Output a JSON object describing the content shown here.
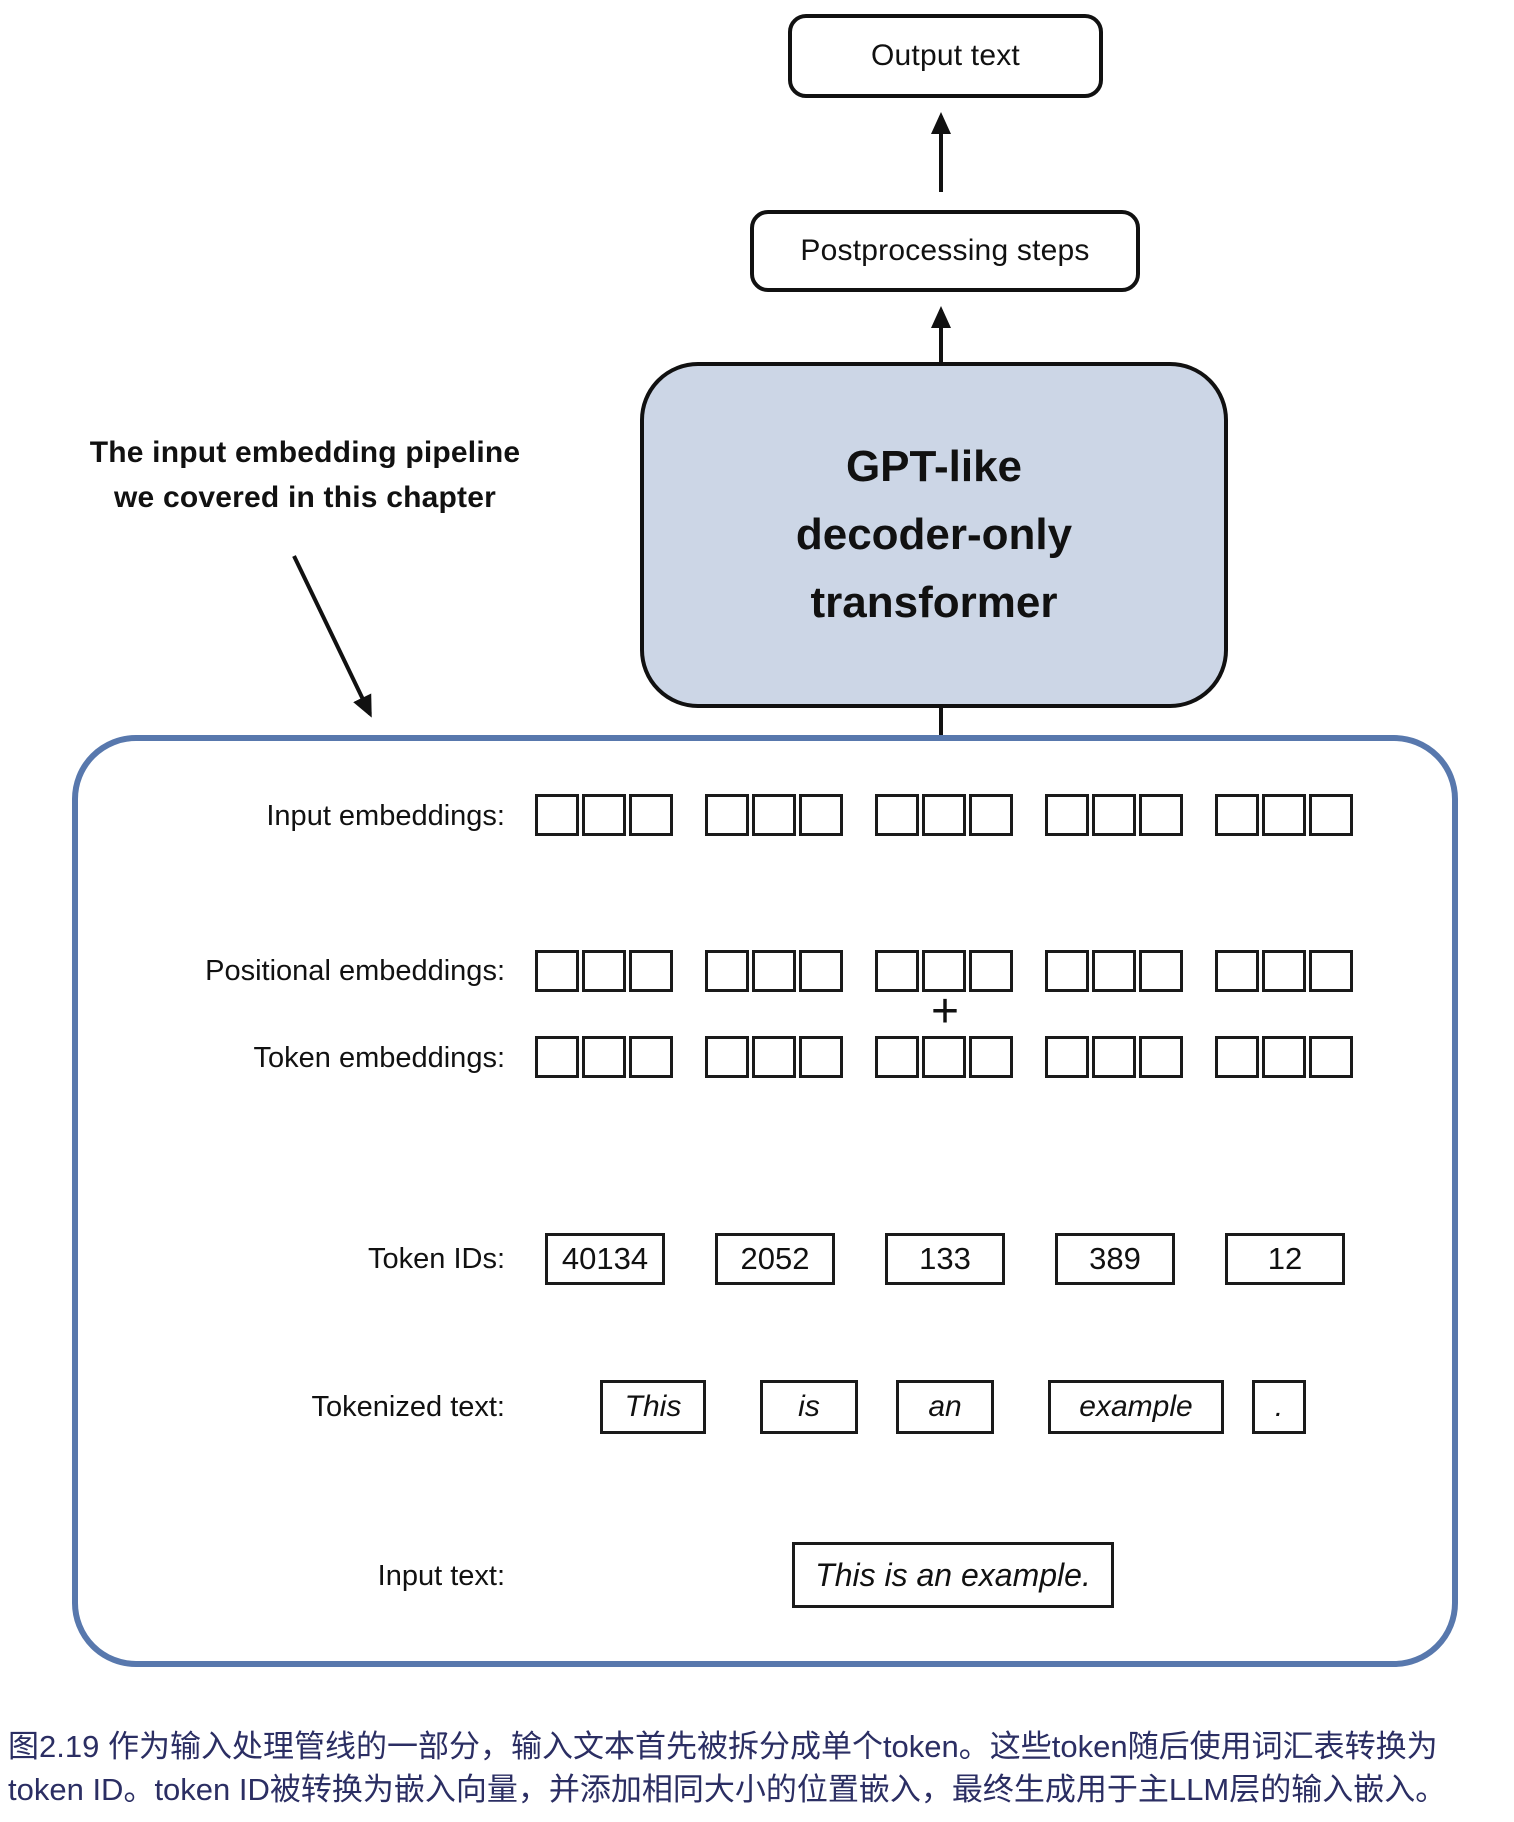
{
  "top_flow": {
    "output_box_label": "Output text",
    "postprocessing_box_label": "Postprocessing steps",
    "gpt_box_lines": [
      "GPT-like",
      "decoder-only",
      "transformer"
    ]
  },
  "annotation": {
    "line1": "The input embedding pipeline",
    "line2": "we covered in this chapter"
  },
  "pipeline": {
    "labels": {
      "input_embeddings": "Input embeddings:",
      "positional_embeddings": "Positional embeddings:",
      "token_embeddings": "Token embeddings:",
      "token_ids": "Token IDs:",
      "tokenized_text": "Tokenized text:",
      "input_text": "Input text:"
    },
    "plus_sign": "+",
    "embedding_rows": [
      "input_embeddings",
      "positional_embeddings",
      "token_embeddings"
    ],
    "groups_per_row": 5,
    "squares_per_group": 3,
    "token_ids": [
      "40134",
      "2052",
      "133",
      "389",
      "12"
    ],
    "tokens": [
      "This",
      "is",
      "an",
      "example",
      "."
    ],
    "input_text_value": "This is an example."
  },
  "caption": {
    "line1": "图2.19 作为输入处理管线的一部分，输入文本首先被拆分成单个token。这些token随后使用词汇表转换为",
    "line2": "token ID。token ID被转换为嵌入向量，并添加相同大小的位置嵌入，最终生成用于主LLM层的输入嵌入。"
  },
  "colors": {
    "gpt_box_fill": "#ccd6e6",
    "container_border": "#5878ad",
    "stroke": "#111111",
    "caption_text": "#2b2e63"
  }
}
